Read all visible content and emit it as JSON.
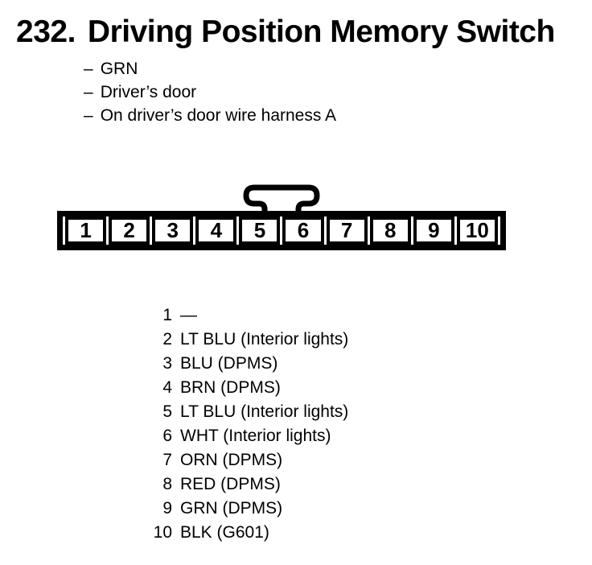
{
  "colors": {
    "ink": "#000000",
    "paper": "#ffffff"
  },
  "heading": {
    "number": "232.",
    "title": "Driving Position Memory Switch"
  },
  "details": {
    "dash": "–",
    "items": [
      "GRN",
      "Driver’s door",
      "On driver’s door wire harness A"
    ]
  },
  "connector": {
    "pins": [
      "1",
      "2",
      "3",
      "4",
      "5",
      "6",
      "7",
      "8",
      "9",
      "10"
    ]
  },
  "pinout": [
    {
      "pin": "1",
      "label": "—"
    },
    {
      "pin": "2",
      "label": "LT BLU (Interior lights)"
    },
    {
      "pin": "3",
      "label": "BLU (DPMS)"
    },
    {
      "pin": "4",
      "label": "BRN (DPMS)"
    },
    {
      "pin": "5",
      "label": "LT BLU (Interior lights)"
    },
    {
      "pin": "6",
      "label": "WHT (Interior lights)"
    },
    {
      "pin": "7",
      "label": "ORN (DPMS)"
    },
    {
      "pin": "8",
      "label": "RED (DPMS)"
    },
    {
      "pin": "9",
      "label": "GRN (DPMS)"
    },
    {
      "pin": "10",
      "label": "BLK (G601)"
    }
  ]
}
